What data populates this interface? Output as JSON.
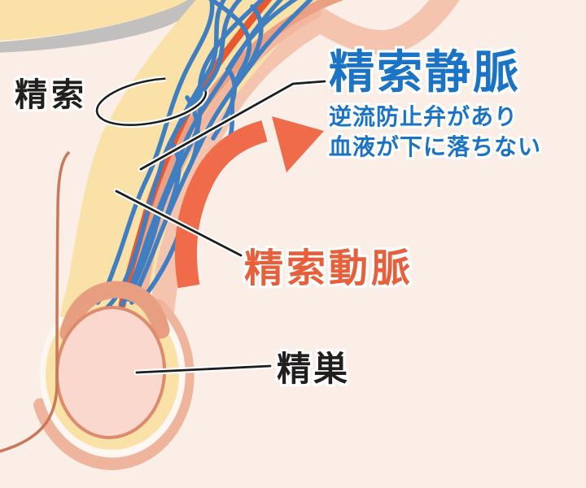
{
  "figure": {
    "title_context": "anatomical diagram of the spermatic cord and testis",
    "labels": {
      "cord": {
        "text": "精索"
      },
      "vein": {
        "title": "精索静脈",
        "desc_line1": "逆流防止弁があり",
        "desc_line2": "血液が下に落ちない"
      },
      "artery": {
        "text": "精索動脈"
      },
      "testis": {
        "text": "精巣"
      }
    },
    "colors": {
      "background": "#FBEEE7",
      "band_yellow": "#FAE1A7",
      "band_gray": "#C1C0BE",
      "vein_blue": "#3E7EC1",
      "artery_orange": "#E8572E",
      "vas_salmon": "#EB9F83",
      "vas_light": "#F2B79E",
      "scrotal_band": "#F4C4AF",
      "pouch_salmon": "#EFB49C",
      "pouch_white": "#FEF6F0",
      "testis_fill": "#FAD8CE",
      "testis_stroke": "#DE8A6C",
      "epididymis": "#E89E80",
      "arrow_orange": "#EF6B49",
      "text_blue": "#1B73C6",
      "text_orange": "#E7603B",
      "text_black": "#211E1E",
      "contour_brown": "#C8795A",
      "leader_line": "#1F1D1D"
    }
  }
}
